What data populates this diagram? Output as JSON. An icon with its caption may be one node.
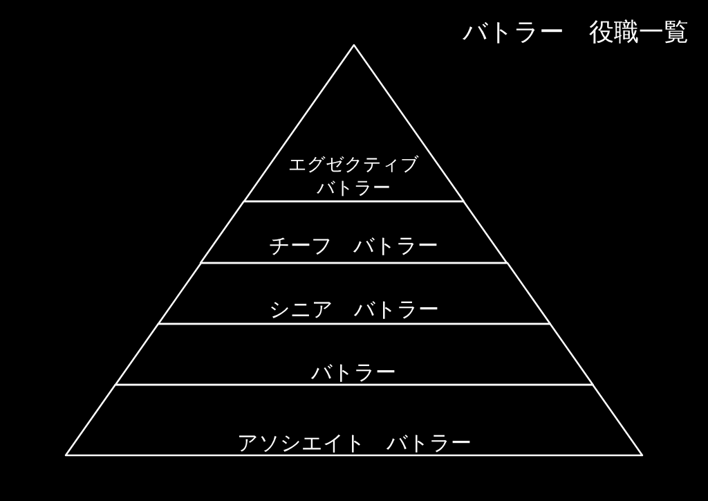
{
  "diagram": {
    "title": "バトラー　役職一覧",
    "nodes": [
      {
        "text": [
          "エグゼクティブバトラー"
        ]
      },
      {
        "text": [
          "チーフ　バトラー"
        ]
      },
      {
        "text": [
          "シニア　バトラー"
        ]
      },
      {
        "text": [
          "バトラー"
        ]
      },
      {
        "text": [
          "アソシエイト　バトラー"
        ]
      }
    ],
    "edges": []
  }
}
